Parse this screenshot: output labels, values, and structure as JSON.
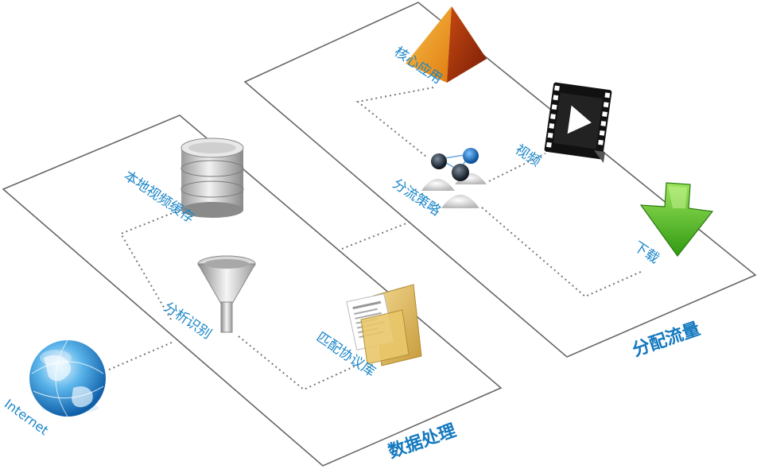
{
  "planes": {
    "data_processing": "数据处理",
    "traffic_distribution": "分配流量"
  },
  "labels": {
    "internet": "Internet",
    "analyze": "分析识别",
    "local_cache": "本地视频缓存",
    "protocol_lib": "匹配协议库",
    "core_app": "核心应用",
    "split_strategy": "分流策略",
    "video": "视频",
    "download": "下载"
  },
  "icons": {
    "globe": "globe-icon",
    "database": "database-icon",
    "funnel": "funnel-icon",
    "folder": "folder-icon",
    "pyramid": "pyramid-icon",
    "users": "users-icon",
    "film": "film-icon",
    "arrow": "download-arrow-icon"
  },
  "colors": {
    "text": "#1a86c8",
    "plane_line": "#666666",
    "dotted": "#777777"
  }
}
